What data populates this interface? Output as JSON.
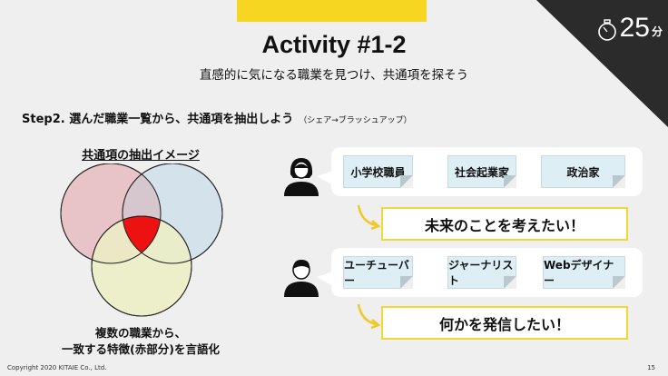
{
  "header": {
    "title": "Activity #1-2",
    "subtitle": "直感的に気になる職業を見つけ、共通項を探そう"
  },
  "timer": {
    "value": "25",
    "unit": "分",
    "icon": "stopwatch-icon"
  },
  "step": {
    "label": "Step2. 選んだ職業一覧から、共通項を抽出しよう",
    "note": "（シェア→ブラッシュアップ）"
  },
  "venn": {
    "title": "共通項の抽出イメージ",
    "caption_line1": "複数の職業から、",
    "caption_line2": "一致する特徴(赤部分)を言語化",
    "colors": {
      "a": "#e8c4c8",
      "b": "#cfe0ea",
      "c": "#ecefc4",
      "intersection": "#ee1111"
    }
  },
  "examples": [
    {
      "person": "woman-icon",
      "jobs": [
        "小学校職員",
        "社会起業家",
        "政治家"
      ],
      "common": "未来のことを考えたい！"
    },
    {
      "person": "man-icon",
      "jobs": [
        "ユーチューバー",
        "ジャーナリスト",
        "Webデザイナー"
      ],
      "common": "何かを発信したい！"
    }
  ],
  "footer": {
    "copyright": "Copyright 2020 KITAIE Co., Ltd.",
    "page": "15"
  }
}
